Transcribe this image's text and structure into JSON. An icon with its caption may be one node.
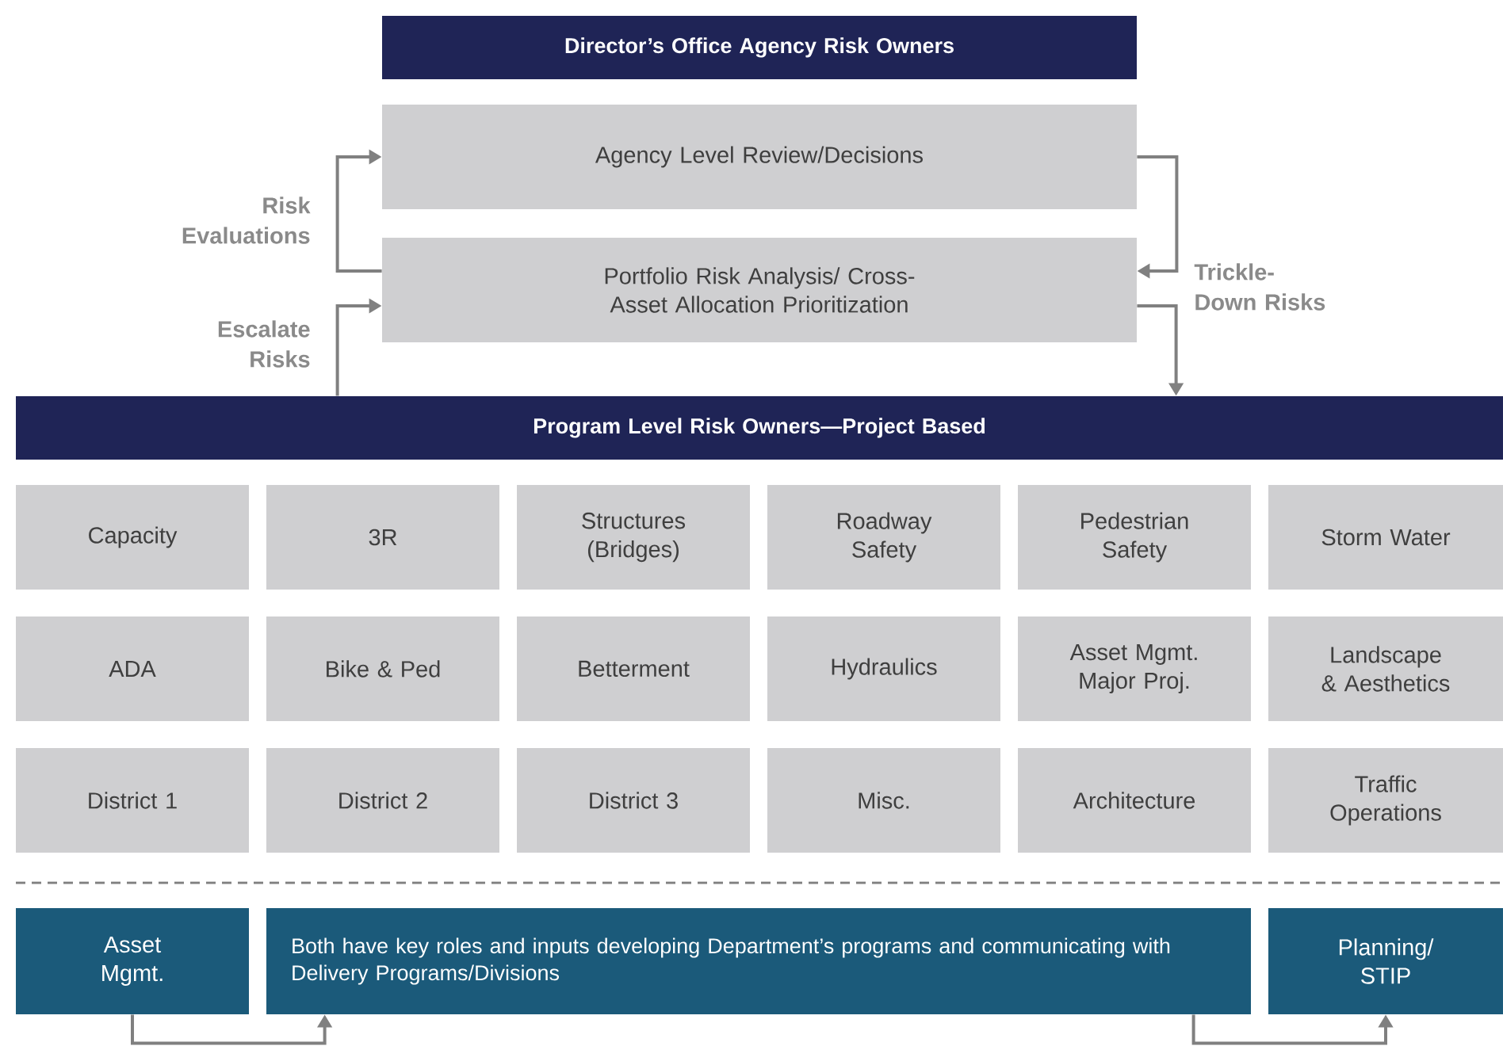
{
  "diagram": {
    "nodes": [
      {
        "text": [
          "Director’s Office Agency Risk Owners"
        ]
      },
      {
        "text": [
          "Agency Level Review/Decisions"
        ]
      },
      {
        "text": [
          "Portfolio Risk Analysis/ Cross-Asset Allocation Prioritization"
        ]
      },
      {
        "text": [
          "Program Level Risk Owners—Project Based"
        ]
      },
      {
        "text": [
          "Capacity"
        ]
      },
      {
        "text": [
          "3R"
        ]
      },
      {
        "text": [
          "Structures (Bridges)"
        ]
      },
      {
        "text": [
          "Roadway Safety"
        ]
      },
      {
        "text": [
          "Pedestrian Safety"
        ]
      },
      {
        "text": [
          "Storm Water"
        ]
      },
      {
        "text": [
          "ADA"
        ]
      },
      {
        "text": [
          "Bike & Ped"
        ]
      },
      {
        "text": [
          "Betterment"
        ]
      },
      {
        "text": [
          "Hydraulics"
        ]
      },
      {
        "text": [
          "Asset Mgmt. Major Proj."
        ]
      },
      {
        "text": [
          "Landscape & Aesthetics"
        ]
      },
      {
        "text": [
          "District 1"
        ]
      },
      {
        "text": [
          "District 2"
        ]
      },
      {
        "text": [
          "District 3"
        ]
      },
      {
        "text": [
          "Misc."
        ]
      },
      {
        "text": [
          "Architecture"
        ]
      },
      {
        "text": [
          "Traffic Operations"
        ]
      },
      {
        "text": [
          "Asset Mgmt."
        ]
      },
      {
        "text": [
          "Both have key roles and inputs developing Department’s programs and communicating with Delivery Programs/Divisions"
        ]
      },
      {
        "text": [
          "Planning/ STIP"
        ]
      }
    ],
    "edges": [
      {
        "from": 2,
        "to": 1,
        "arrow": "to",
        "label": "Risk Evaluations"
      },
      {
        "from": 1,
        "to": 2,
        "arrow": "to",
        "label": "Trickle-Down Risks"
      },
      {
        "from": 3,
        "to": 2,
        "arrow": "to",
        "label": "Escalate Risks"
      },
      {
        "from": 2,
        "to": 3,
        "arrow": "to"
      },
      {
        "from": 22,
        "to": 23,
        "arrow": "to"
      },
      {
        "from": 23,
        "to": 24,
        "arrow": "to"
      }
    ]
  }
}
